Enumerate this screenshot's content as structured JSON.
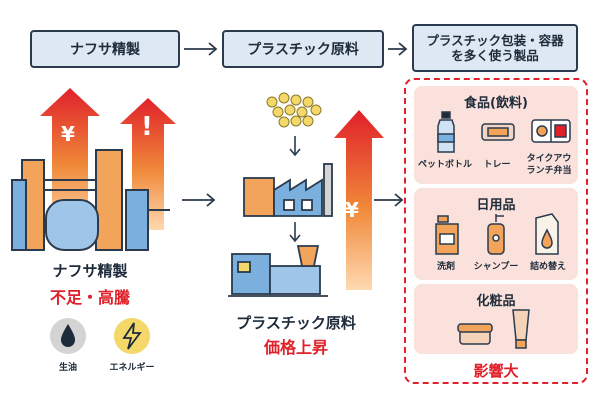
{
  "flow": {
    "step1": "ナフサ精製",
    "step2": "プラスチック原料",
    "step3_line1": "プラスチック包装・容器",
    "step3_line2": "を多く使う製品"
  },
  "left": {
    "title": "ナフサ精製",
    "subtitle": "不足・高騰",
    "yen": "¥",
    "warn": "!",
    "icon1_label": "生油",
    "icon2_label": "エネルギー"
  },
  "middle": {
    "title": "プラスチック原料",
    "subtitle": "価格上昇",
    "yen": "¥"
  },
  "right": {
    "food": {
      "title": "食品(飲料)",
      "items": [
        "ペットボトル",
        "トレー"
      ],
      "bento_line1": "タイクアウ",
      "bento_line2": "ランチ弁当"
    },
    "daily": {
      "title": "日用品",
      "items": [
        "洗剤",
        "シャンプー",
        "詰め替え"
      ]
    },
    "cosmetics": {
      "title": "化粧品"
    },
    "impact": "影響大"
  },
  "colors": {
    "box_fill": "#dde8f3",
    "box_border": "#2b3a4c",
    "accent_red": "#e0202a",
    "panel_fill": "#fbe1dc",
    "orange": "#f2a55a"
  }
}
